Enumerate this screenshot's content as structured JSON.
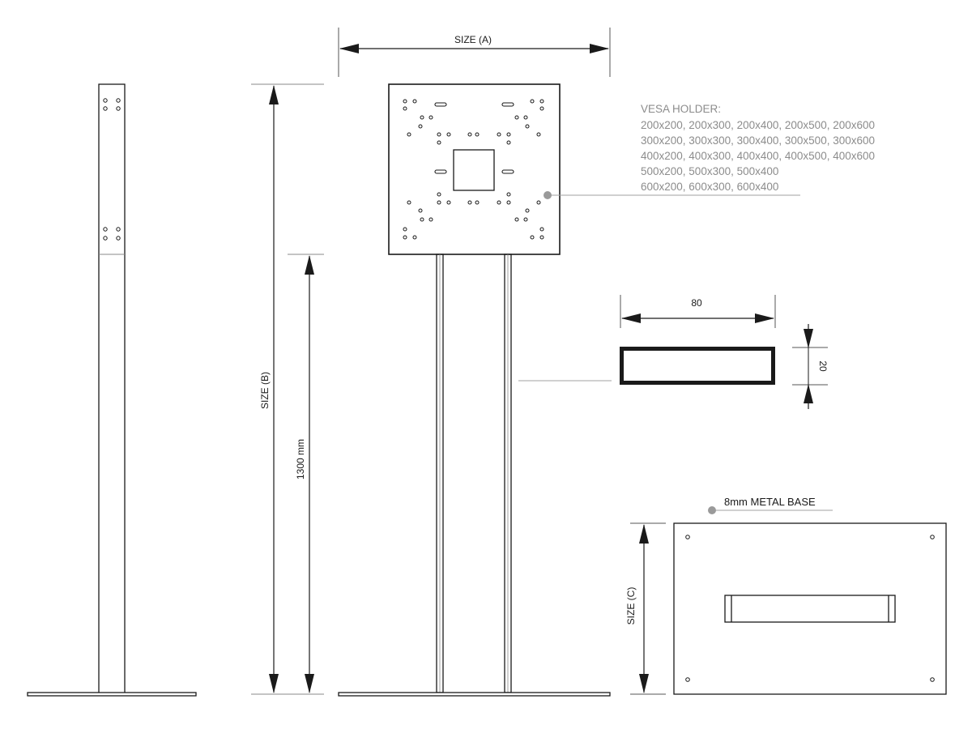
{
  "dimensions": {
    "size_a": "SIZE (A)",
    "size_b": "SIZE (B)",
    "size_c": "SIZE (C)",
    "pole_height": "1300 mm",
    "profile_width": "80",
    "profile_depth": "20"
  },
  "vesa": {
    "heading": "VESA HOLDER:",
    "lines": [
      "200x200, 200x300, 200x400, 200x500, 200x600",
      "300x200, 300x300, 300x400, 300x500, 300x600",
      "400x200, 400x300, 400x400, 400x500, 400x600",
      "500x200, 500x300, 500x400",
      "600x200, 600x300, 600x400"
    ]
  },
  "base": {
    "label": "8mm METAL BASE"
  },
  "colors": {
    "line": "#1a1a1a",
    "annotation": "#8c8c8c",
    "leader": "#a0a0a0"
  }
}
